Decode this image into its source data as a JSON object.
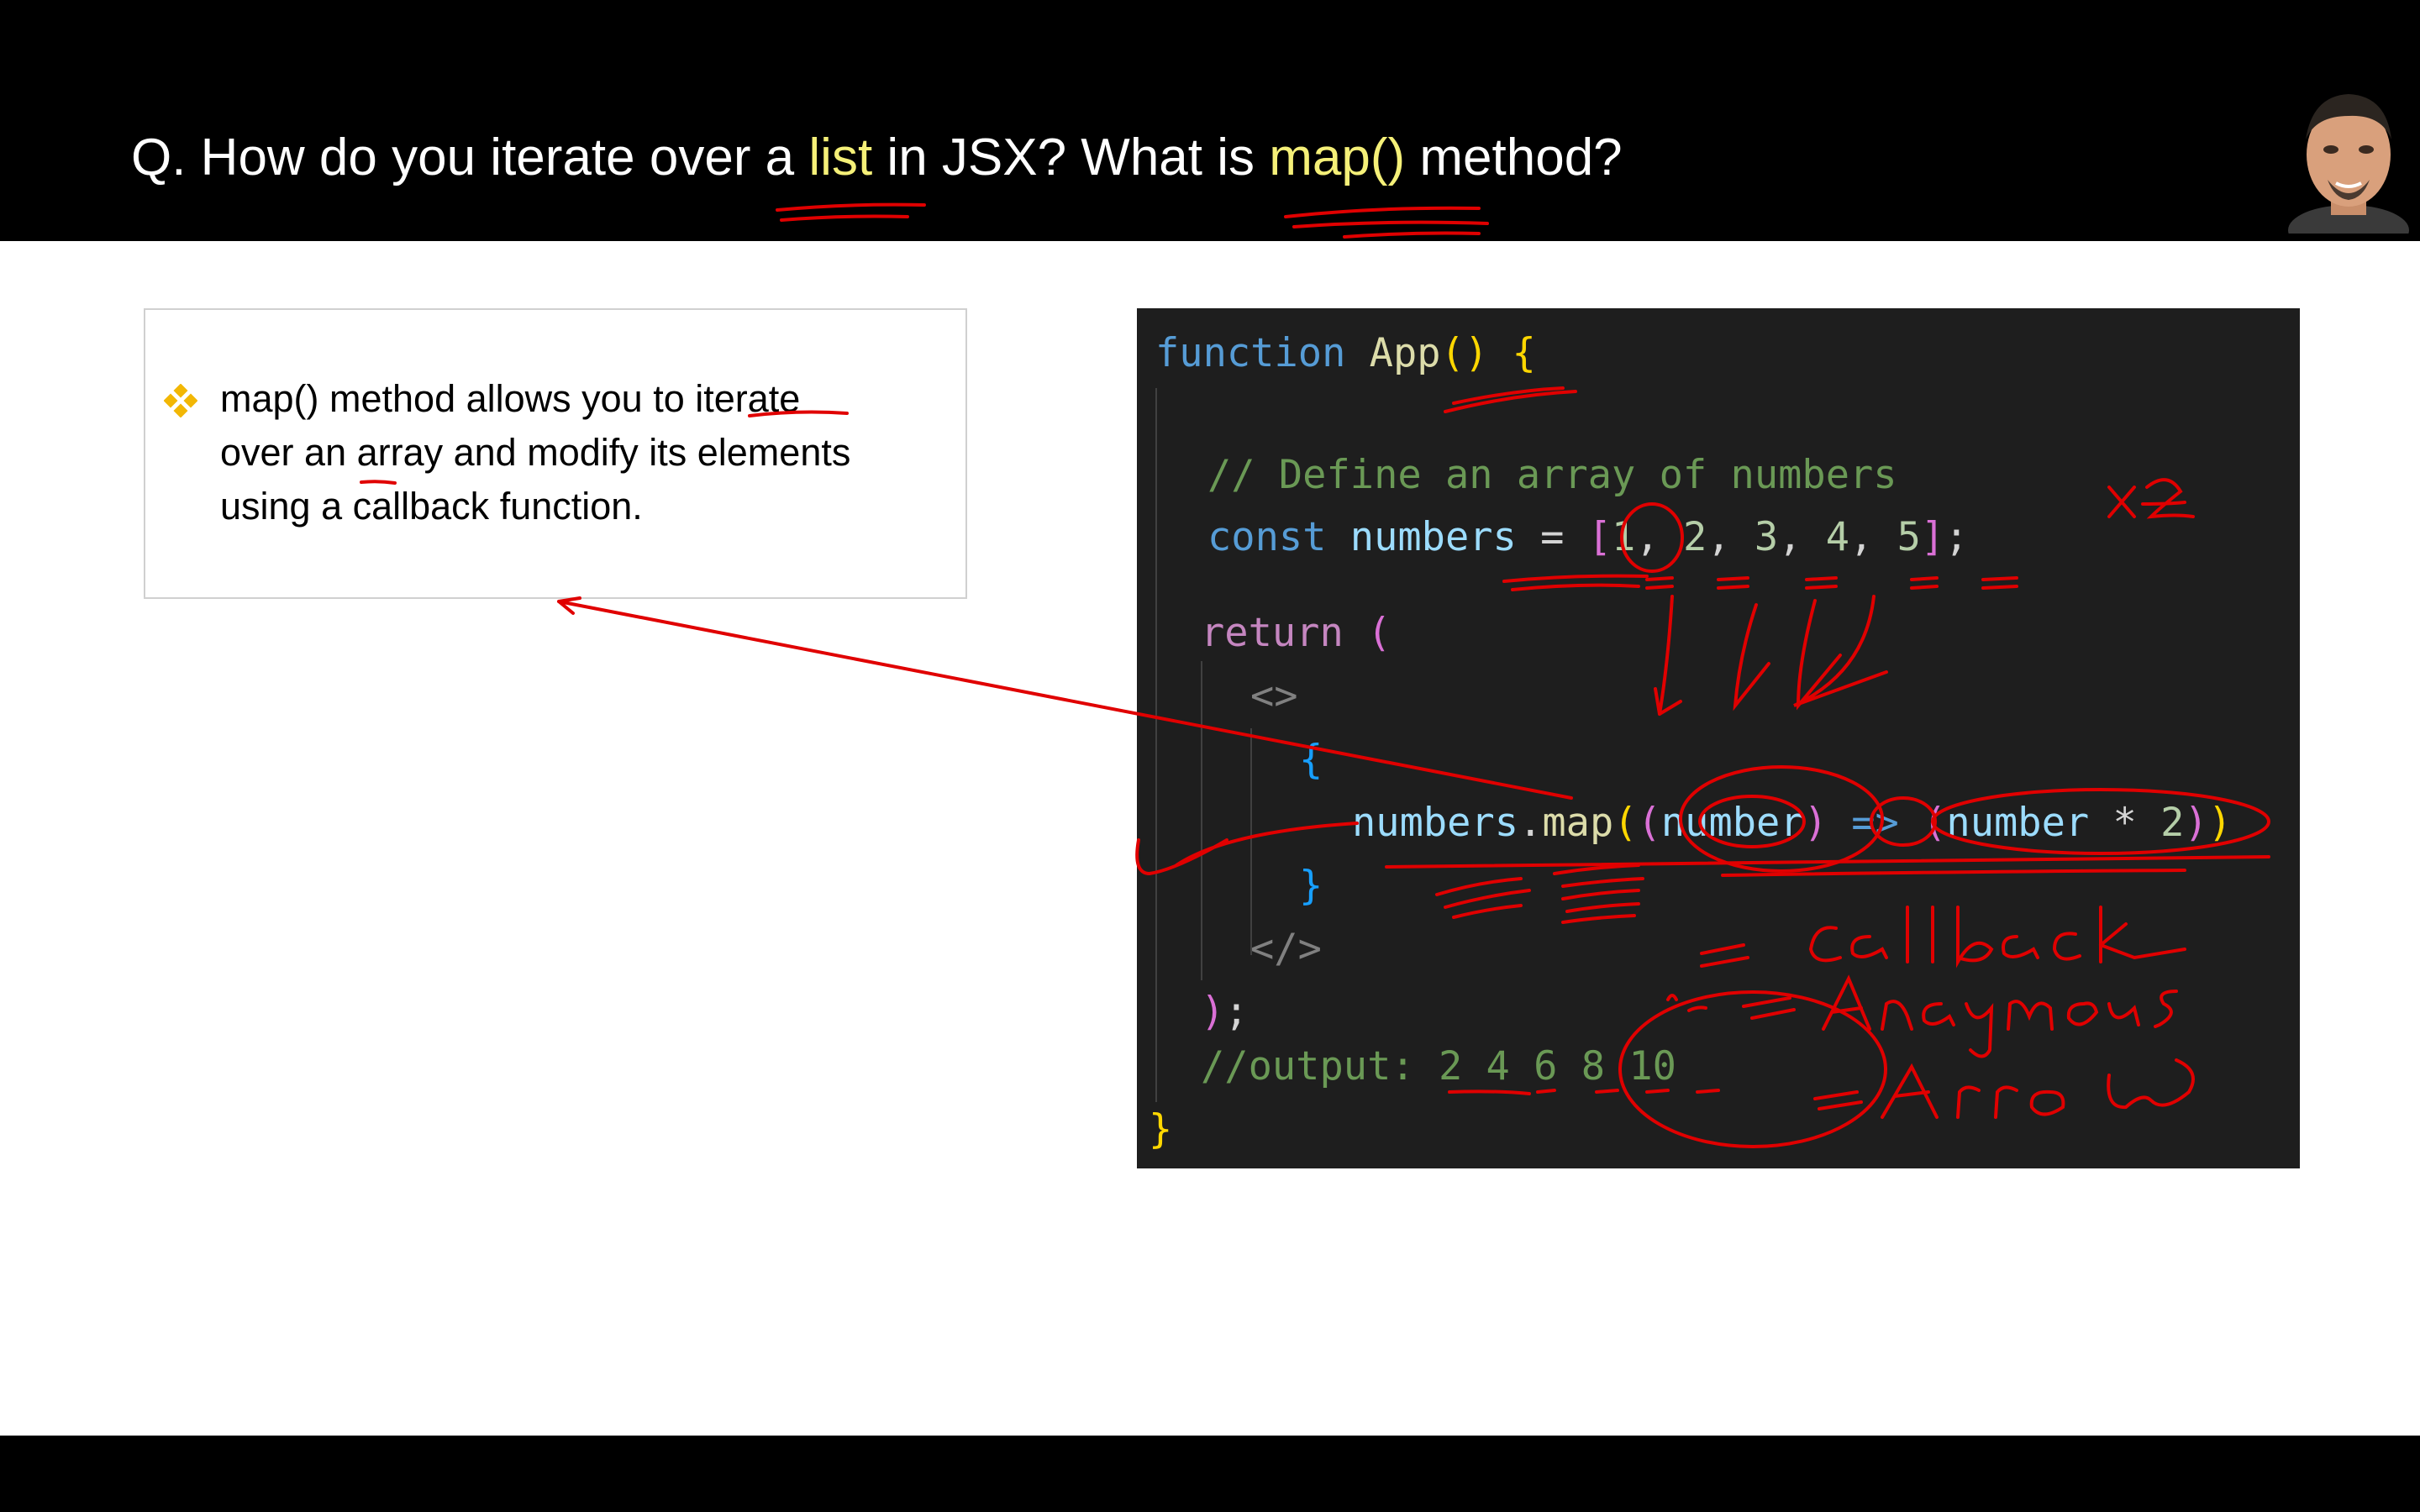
{
  "slide": {
    "title_parts": [
      "Q. How do you iterate over a ",
      "list",
      " in JSX? What is ",
      "map()",
      " method?"
    ],
    "bullet_lines": [
      "map() method allows you to iterate",
      "over an array and modify its elements",
      "using a callback function."
    ]
  },
  "code": {
    "l1": [
      "function",
      " ",
      "App",
      "()",
      " ",
      "{"
    ],
    "l2": "// Define an array of numbers",
    "l3": [
      "const",
      " ",
      "numbers",
      " = ",
      "[",
      "1",
      ", ",
      "2",
      ", ",
      "3",
      ", ",
      "4",
      ", ",
      "5",
      "]",
      ";"
    ],
    "l4": [
      "return",
      " ",
      "("
    ],
    "l5": "<>",
    "l6": "{",
    "l7": [
      "numbers",
      ".",
      "map",
      "(",
      "(",
      "number",
      ")",
      " => ",
      "(",
      "number",
      " * ",
      "2",
      ")",
      ")"
    ],
    "l8": "}",
    "l9": "</>",
    "l10": [
      ")",
      ";"
    ],
    "l11": "//output: 2 4 6 8 10",
    "l12": "}"
  },
  "colors": {
    "highlight": "#f5f078",
    "annotation": "#e00000",
    "code_bg": "#1e1e1e"
  }
}
